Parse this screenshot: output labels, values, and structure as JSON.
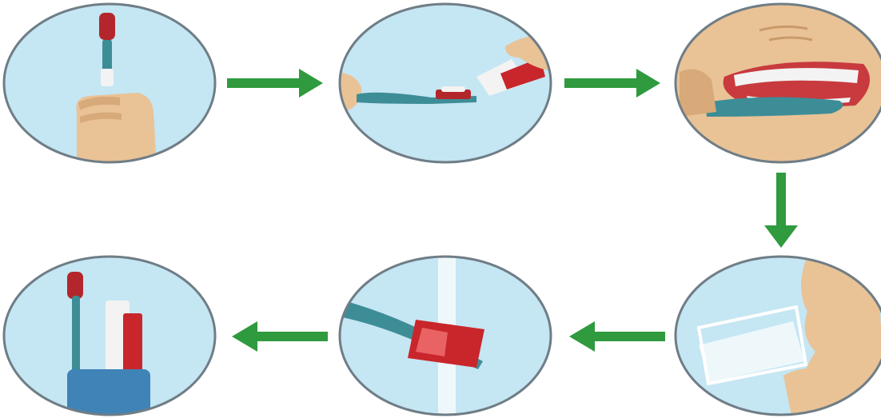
{
  "colors": {
    "background": "#ffffff",
    "circle_fill": "#c5e6f3",
    "circle_stroke": "#6f7d86",
    "arrow": "#2f9a3e",
    "skin": "#e9c296",
    "skin_shadow": "#d8a979",
    "toothbrush_handle": "#3d8d96",
    "bristles_red": "#b3262b",
    "paste_tube_white": "#f3f3f3",
    "paste_tube_red": "#c8262b",
    "gums": "#c83a3e",
    "teeth": "#ffffff",
    "water": "#eef8fb",
    "cup": "#3f83b7"
  },
  "steps": [
    {
      "id": "step-1",
      "icon": "toothbrush-in-hand-icon"
    },
    {
      "id": "step-2",
      "icon": "toothpaste-on-brush-icon"
    },
    {
      "id": "step-3",
      "icon": "brushing-teeth-icon"
    },
    {
      "id": "step-4",
      "icon": "rinse-mouth-with-glass-icon"
    },
    {
      "id": "step-5",
      "icon": "wash-brush-under-tap-icon"
    },
    {
      "id": "step-6",
      "icon": "brush-and-paste-in-cup-icon"
    }
  ],
  "flow": [
    {
      "from": "step-1",
      "to": "step-2",
      "direction": "right"
    },
    {
      "from": "step-2",
      "to": "step-3",
      "direction": "right"
    },
    {
      "from": "step-3",
      "to": "step-4",
      "direction": "down"
    },
    {
      "from": "step-4",
      "to": "step-5",
      "direction": "left"
    },
    {
      "from": "step-5",
      "to": "step-6",
      "direction": "left"
    }
  ]
}
